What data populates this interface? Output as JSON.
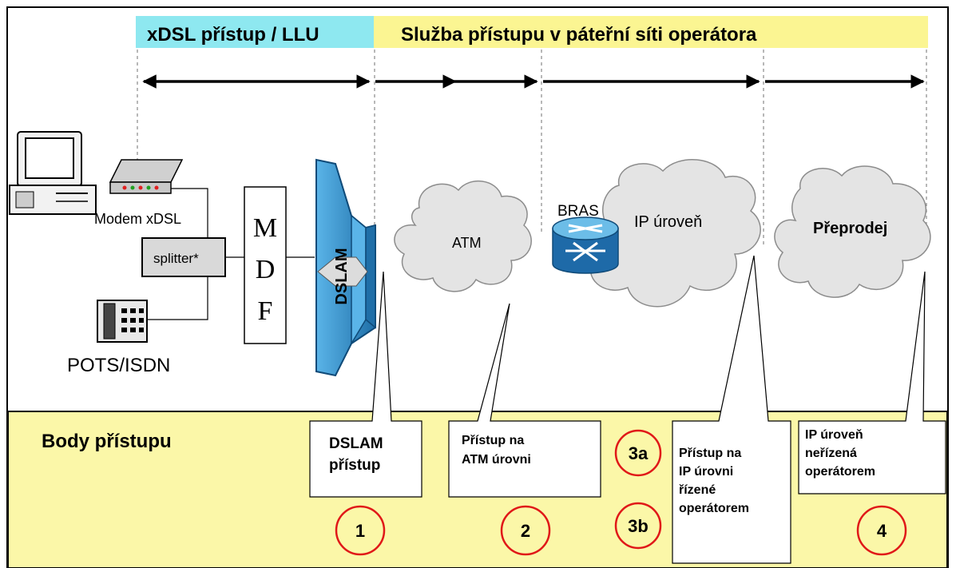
{
  "header": {
    "xdsl_label": "xDSL přístup / LLU",
    "operator_label": "Služba přístupu v páteřní síti operátora"
  },
  "devices": {
    "modem_label": "Modem xDSL",
    "splitter_label": "splitter*",
    "pots_label": "POTS/ISDN",
    "mdf_letters": [
      "M",
      "D",
      "F"
    ],
    "dslam_label": "DSLAM",
    "bras_label": "BRAS"
  },
  "clouds": {
    "atm": "ATM",
    "ip": "IP úroveň",
    "resale": "Přeprodej"
  },
  "access_points": {
    "title": "Body přístupu",
    "dslam_line1": "DSLAM",
    "dslam_line2": "přístup",
    "atm_line1": "Přístup na",
    "atm_line2": "ATM úrovni",
    "ip_line1": "Přístup na",
    "ip_line2": "IP úrovni",
    "ip_line3": "řízené",
    "ip_line4": "operátorem",
    "unmanaged_line1": "IP úroveň",
    "unmanaged_line2": "neřízená",
    "unmanaged_line3": "operátorem"
  },
  "markers": [
    "1",
    "2",
    "3a",
    "3b",
    "4"
  ],
  "colors": {
    "cyan_band": "#8ee8f0",
    "yellow_band": "#fbf592",
    "bottom_panel": "#fbf7a8",
    "marker_red": "#e01818",
    "dslam_blue": "#2f8fcc"
  }
}
